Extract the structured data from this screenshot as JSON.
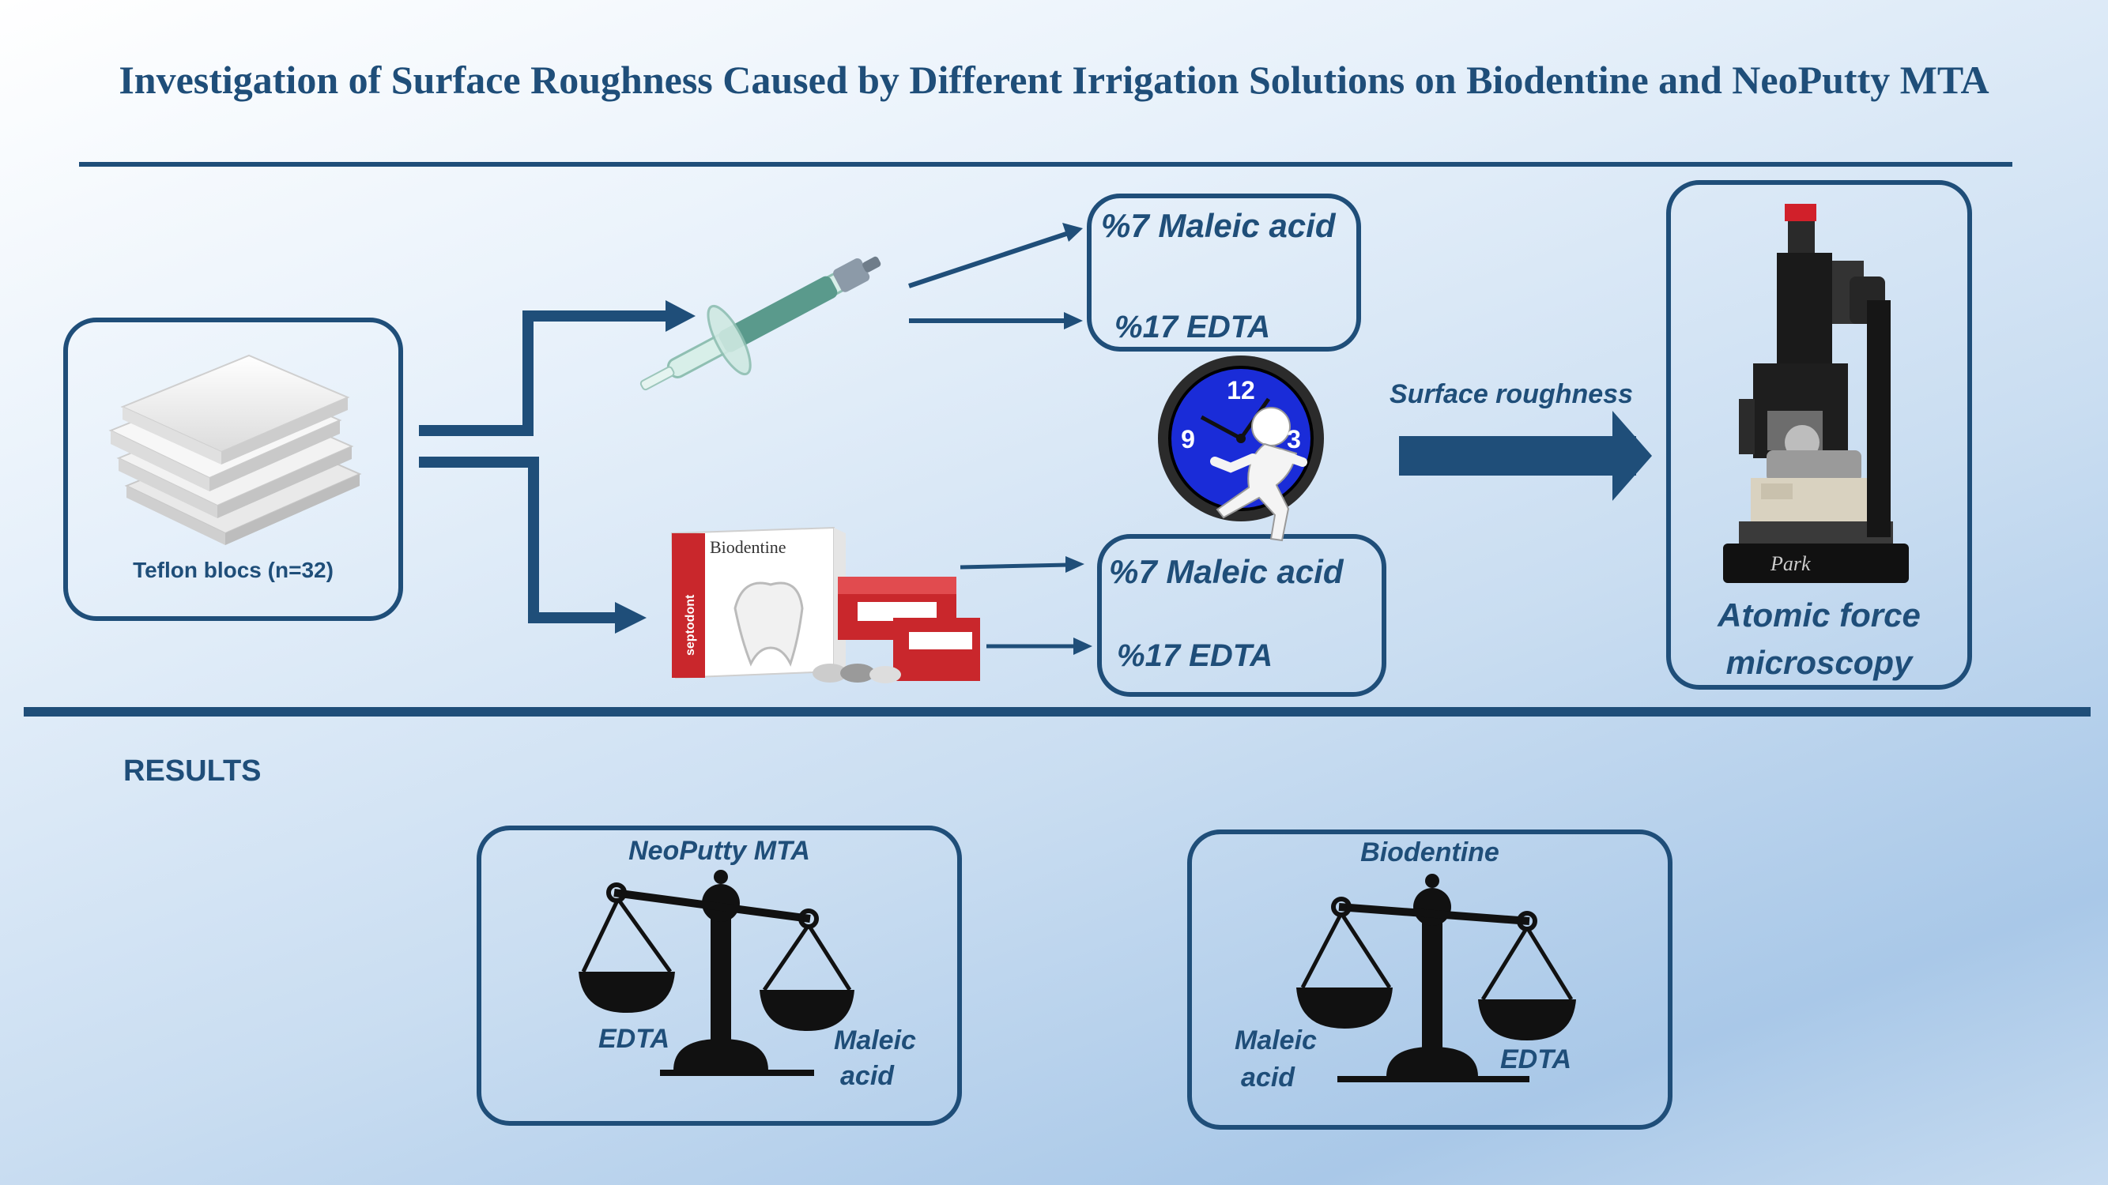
{
  "title": "Investigation of Surface Roughness Caused by Different Irrigation Solutions on Biodentine and NeoPutty MTA",
  "teflon": {
    "label": "Teflon blocs (n=32)"
  },
  "group_top": {
    "solution_1": "%7 Maleic acid",
    "solution_2": "%17 EDTA"
  },
  "group_bottom": {
    "solution_1": "%7 Maleic acid",
    "solution_2": "%17 EDTA",
    "product_label": "Biodentine",
    "brand_label": "septodont"
  },
  "clock": {
    "n12": "12",
    "n9": "9",
    "n3": "3"
  },
  "surface_roughness": "Surface roughness",
  "afm": {
    "line1": "Atomic force",
    "line2": "microscopy",
    "brand": "Park"
  },
  "results": {
    "heading": "RESULTS",
    "left": {
      "title": "NeoPutty MTA",
      "left_pan": "EDTA",
      "right_pan_1": "Maleic",
      "right_pan_2": "acid"
    },
    "right": {
      "title": "Biodentine",
      "left_pan_1": "Maleic",
      "left_pan_2": "acid",
      "right_pan": "EDTA"
    }
  },
  "colors": {
    "primary": "#1f4e79",
    "clock_face": "#1a2cd8",
    "red_box": "#c9272c"
  }
}
